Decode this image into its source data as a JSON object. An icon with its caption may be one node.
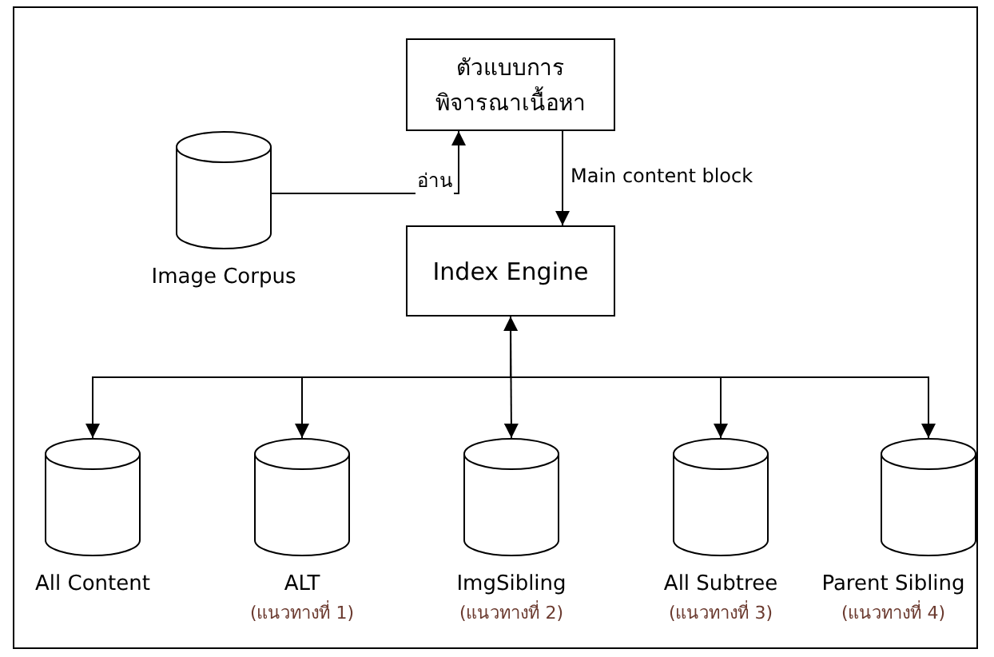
{
  "diagram": {
    "nodes": [
      {
        "text": [
          "ตัวแบบการพิจารณาเนื้อหา"
        ]
      },
      {
        "text": [
          "Image Corpus"
        ]
      },
      {
        "text": [
          "Index Engine"
        ]
      },
      {
        "text": [
          "All Content"
        ]
      },
      {
        "text": [
          "ALT",
          "(แนวทางที่ 1)"
        ]
      },
      {
        "text": [
          "ImgSibling",
          "(แนวทางที่ 2)"
        ]
      },
      {
        "text": [
          "All Subtree",
          "(แนวทางที่ 3)"
        ]
      },
      {
        "text": [
          "Parent Sibling",
          "(แนวทางที่ 4)"
        ]
      }
    ],
    "edges": [
      {
        "from": 1,
        "to": 0,
        "arrow": "to",
        "label": "อ่าน"
      },
      {
        "from": 0,
        "to": 2,
        "arrow": "to",
        "label": "Main content block"
      },
      {
        "from": 2,
        "to": 3,
        "arrow": "to"
      },
      {
        "from": 2,
        "to": 4,
        "arrow": "to"
      },
      {
        "from": 2,
        "to": 5,
        "arrow": "both"
      },
      {
        "from": 2,
        "to": 6,
        "arrow": "to"
      },
      {
        "from": 2,
        "to": 7,
        "arrow": "to"
      }
    ]
  }
}
